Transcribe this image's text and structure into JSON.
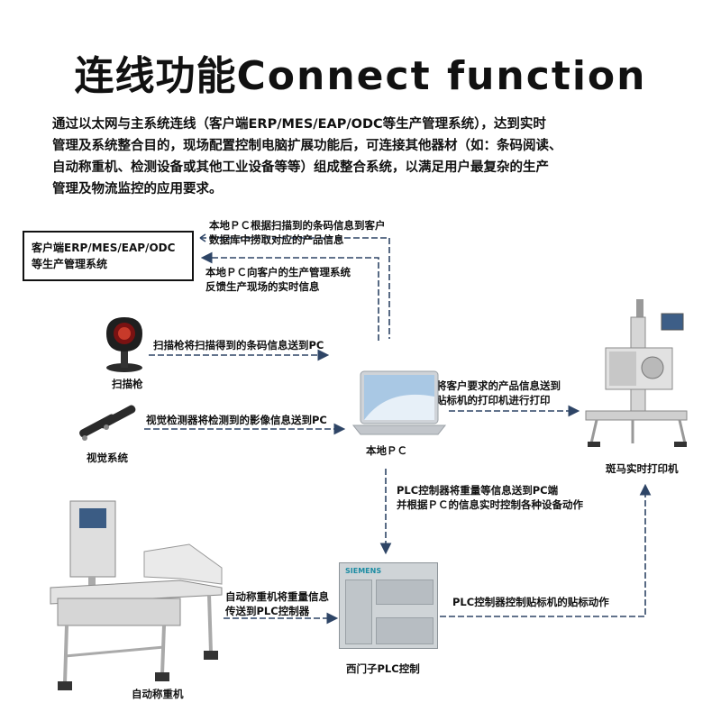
{
  "title": {
    "cn": "连线功能",
    "en": "Connect function"
  },
  "intro": [
    "通过以太网与主系统连线（客户端ERP/MES/EAP/ODC等生产管理系统），达到实时",
    "管理及系统整合目的，现场配置控制电脑扩展功能后，可连接其他器材（如：条码阅读、",
    "自动称重机、检测设备或其他工业设备等等）组成整合系统，以满足用户最复杂的生产",
    "管理及物流监控的应用要求。"
  ],
  "client_box": {
    "line1": "客户端ERP/MES/EAP/ODC",
    "line2": "等生产管理系统"
  },
  "notes": {
    "pc_fetch": [
      "本地ＰＣ根据扫描到的条码信息到客户",
      "数据库中捞取对应的产品信息"
    ],
    "pc_feedback": [
      "本地ＰＣ向客户的生产管理系统",
      "反馈生产现场的实时信息"
    ],
    "scanner_to_pc": "扫描枪将扫描得到的条码信息送到PC",
    "vision_to_pc": "视觉检测器将检测到的影像信息送到PC",
    "pc_to_printer": [
      "将客户要求的产品信息送到",
      "贴标机的打印机进行打印"
    ],
    "plc_to_pc": [
      "PLC控制器将重量等信息送到PC端",
      "并根据ＰＣ的信息实时控制各种设备动作"
    ],
    "weigher_to_plc": [
      "自动称重机将重量信息",
      "传送到PLC控制器"
    ],
    "plc_to_labeler": "PLC控制器控制贴标机的贴标动作"
  },
  "devices": {
    "scanner": "扫描枪",
    "vision": "视觉系统",
    "pc": "本地ＰＣ",
    "printer": "斑马实时打印机",
    "plc": "西门子PLC控制",
    "weigher": "自动称重机",
    "plc_brand": "SIEMENS"
  },
  "icons": [
    "barcode-scanner-icon",
    "vision-camera-icon",
    "laptop-icon",
    "label-printer-icon",
    "plc-controller-icon",
    "check-weigher-icon"
  ],
  "colors": {
    "arrow": "#2e4566",
    "text": "#111111"
  }
}
